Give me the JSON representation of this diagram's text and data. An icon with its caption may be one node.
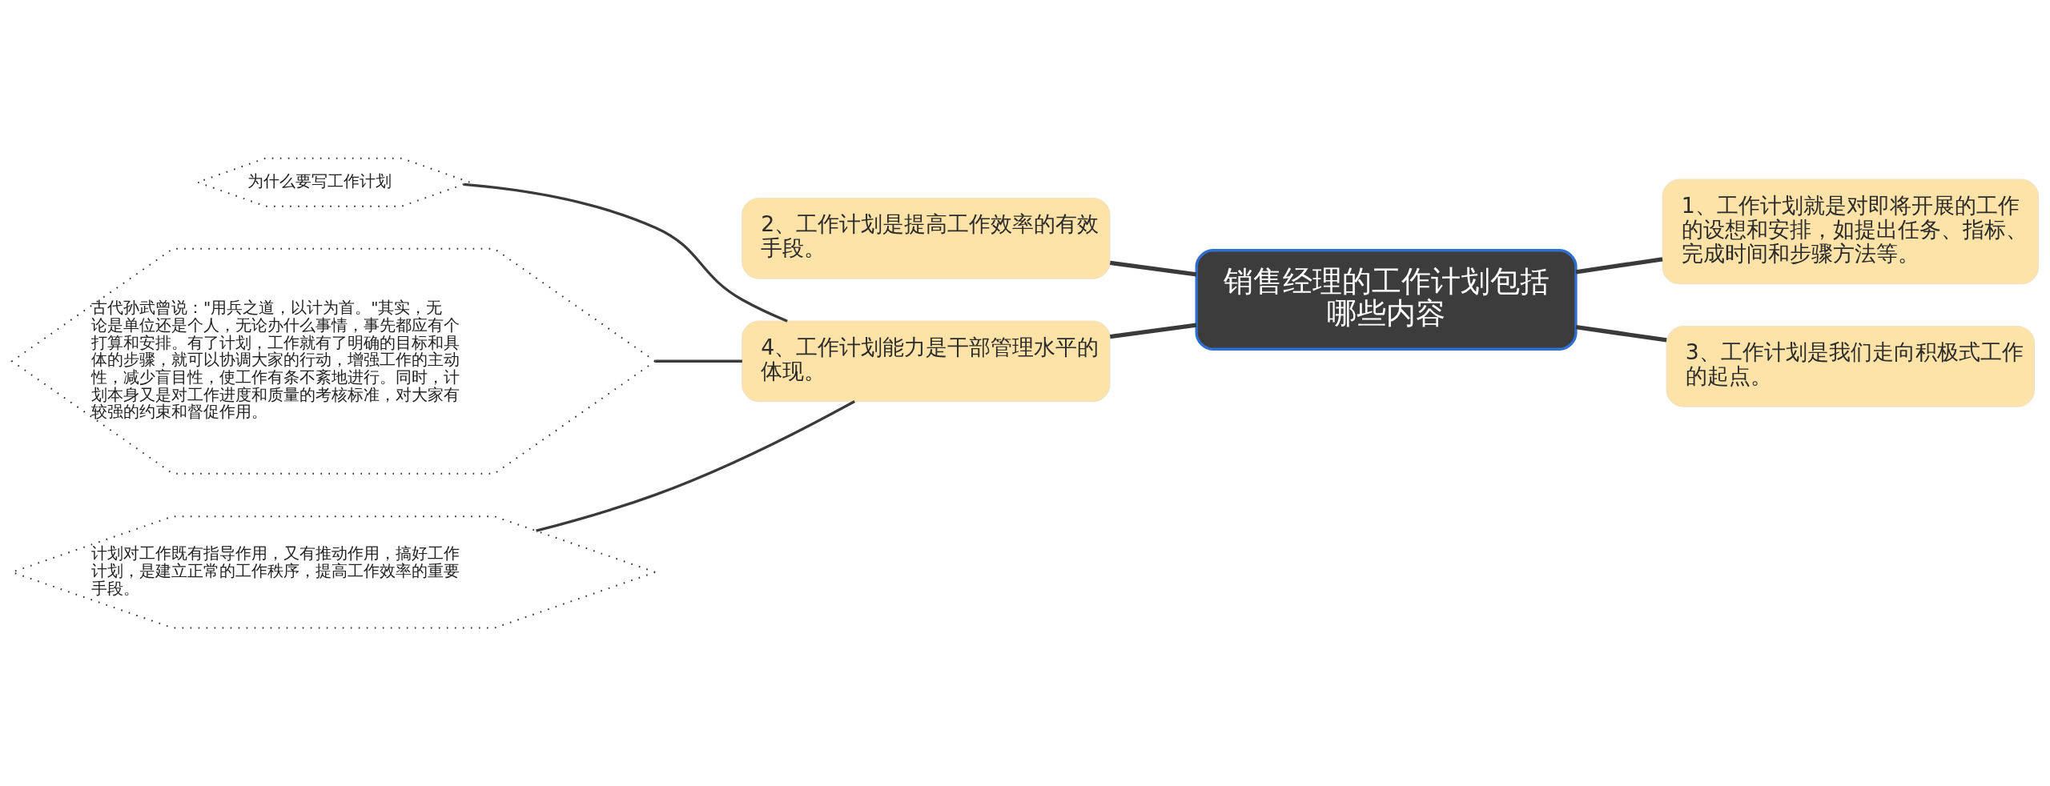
{
  "diagram": {
    "nodes": [
      {
        "text": [
          "销售经理的工作计划包括哪些内容"
        ]
      },
      {
        "text": [
          "1、工作计划就是对即将开展的工作的设想和安排，如提出任务、指标、完成时间和步骤方法等。"
        ]
      },
      {
        "text": [
          "2、工作计划是提高工作效率的有效手段。"
        ]
      },
      {
        "text": [
          "3、工作计划是我们走向积极式工作的起点。"
        ]
      },
      {
        "text": [
          "4、工作计划能力是干部管理水平的体现。"
        ]
      },
      {
        "text": [
          "为什么要写工作计划"
        ]
      },
      {
        "text": [
          "古代孙武曾说：\"用兵之道，以计为首。\"其实，无论是单位还是个人，无论办什么事情，事先都应有个打算和安排。有了计划，工作就有了明确的目标和具体的步骤，就可以协调大家的行动，增强工作的主动性，减少盲目性，使工作有条不紊地进行。同时，计划本身又是对工作进度和质量的考核标准，对大家有较强的约束和督促作用。"
        ]
      },
      {
        "text": [
          "计划对工作既有指导作用，又有推动作用，搞好工作计划，是建立正常的工作秩序，提高工作效率的重要手段。"
        ]
      }
    ],
    "edges": [
      {
        "from": 0,
        "to": 1,
        "arrow": "none"
      },
      {
        "from": 0,
        "to": 2,
        "arrow": "none"
      },
      {
        "from": 0,
        "to": 3,
        "arrow": "none"
      },
      {
        "from": 0,
        "to": 4,
        "arrow": "none"
      },
      {
        "from": 4,
        "to": 5,
        "arrow": "none"
      },
      {
        "from": 4,
        "to": 6,
        "arrow": "none"
      },
      {
        "from": 4,
        "to": 7,
        "arrow": "none"
      }
    ]
  }
}
